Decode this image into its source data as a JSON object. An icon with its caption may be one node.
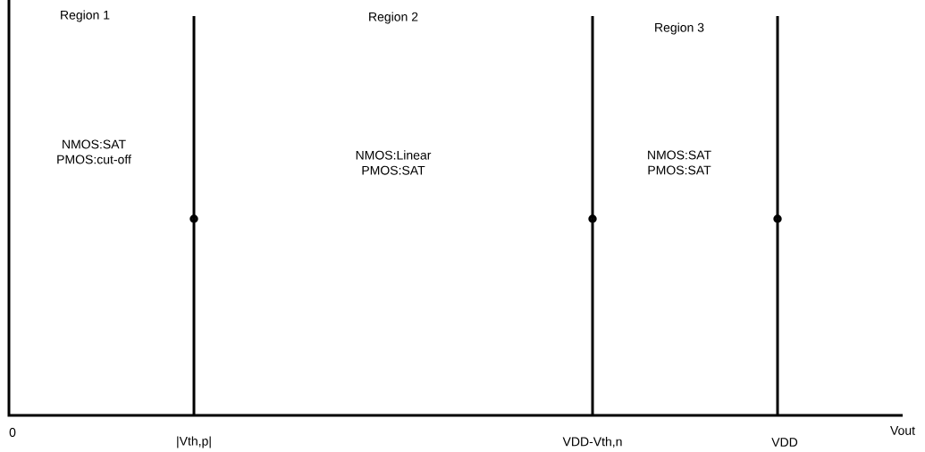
{
  "diagram": {
    "labels": [
      "Region 1",
      "Region 2",
      "Region 3",
      "NMOS:SAT PMOS:cut-off",
      "NMOS:Linear PMOS:SAT",
      "NMOS:SAT PMOS:SAT",
      "0",
      "|Vth,p|",
      "VDD-Vth,n",
      "VDD",
      "Vout"
    ]
  }
}
